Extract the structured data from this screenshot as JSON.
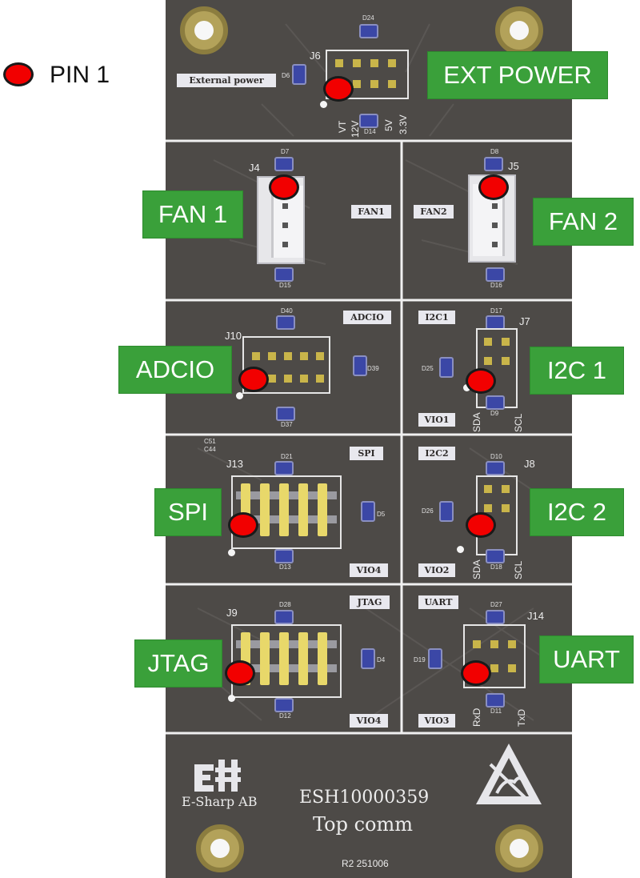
{
  "legend": {
    "label": "PIN 1",
    "marker_color": "#f20000"
  },
  "board": {
    "external_power_label": "External power",
    "section_labels": {
      "fan1": "FAN1",
      "fan2": "FAN2",
      "adcio": "ADCIO",
      "i2c1": "I2C1",
      "vio1": "VIO1",
      "spi": "SPI",
      "i2c2": "I2C2",
      "vio4_spi": "VIO4",
      "vio2": "VIO2",
      "jtag": "JTAG",
      "uart": "UART",
      "vio4_jtag": "VIO4",
      "vio3": "VIO3"
    },
    "connectors": {
      "j6": "J6",
      "j4": "J4",
      "j5": "J5",
      "j10": "J10",
      "j7": "J7",
      "j13": "J13",
      "j8": "J8",
      "j9": "J9",
      "j14": "J14"
    },
    "leds": {
      "d24": "D24",
      "d6": "D6",
      "d14": "D14",
      "d7": "D7",
      "d15": "D15",
      "d8": "D8",
      "d16": "D16",
      "d40": "D40",
      "d39": "D39",
      "d37": "D37",
      "d17": "D17",
      "d25": "D25",
      "d9": "D9",
      "d21": "D21",
      "d5": "D5",
      "d13": "D13",
      "d10": "D10",
      "d26": "D26",
      "d18": "D18",
      "d28": "D28",
      "d4": "D4",
      "d12": "D12",
      "d27": "D27",
      "d19": "D19",
      "d11": "D11"
    },
    "caps": {
      "c51": "C51",
      "c44": "C44"
    },
    "pin_labels": {
      "vt": "VT",
      "v12": "12V",
      "v5": "5V",
      "v33": "3.3V",
      "sda1": "SDA",
      "scl1": "SCL",
      "sda2": "SDA",
      "scl2": "SCL",
      "rxd": "RxD",
      "txd": "TxD"
    },
    "company": "E-Sharp AB",
    "part_number": "ESH10000359",
    "board_name": "Top comm",
    "revision": "R2 251006"
  },
  "callouts": {
    "ext_power": "EXT POWER",
    "fan1": "FAN 1",
    "fan2": "FAN 2",
    "adcio": "ADCIO",
    "i2c1": "I2C 1",
    "spi": "SPI",
    "i2c2": "I2C 2",
    "jtag": "JTAG",
    "uart": "UART"
  },
  "colors": {
    "board": "#4d4a47",
    "callout_green": "#3aa03a",
    "pin1_red": "#f20000",
    "led_blue": "#3b47a6",
    "pad_gold": "#c9b54a"
  }
}
